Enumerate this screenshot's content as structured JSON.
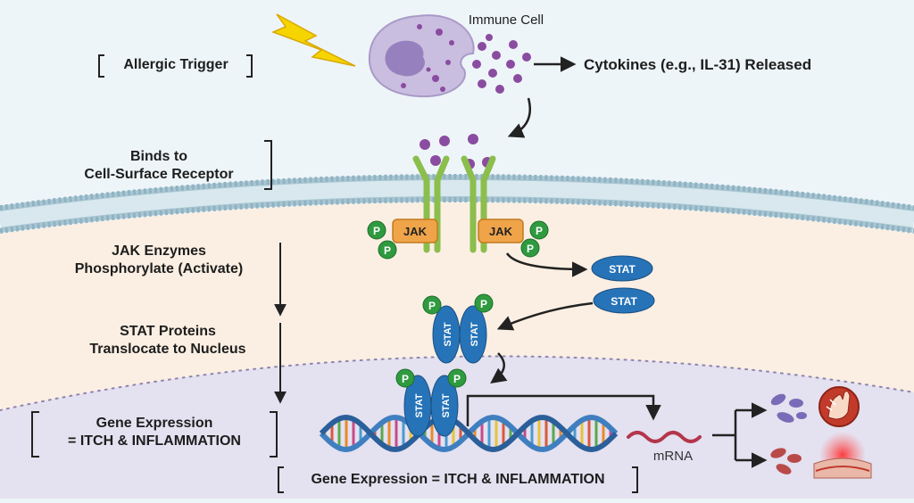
{
  "trigger": {
    "label": "Allergic Trigger"
  },
  "immune_cell": {
    "label": "Immune Cell"
  },
  "cytokines": {
    "label": "Cytokines (e.g., IL-31) Released"
  },
  "steps": {
    "binds_line1": "Binds to",
    "binds_line2": "Cell-Surface Receptor",
    "jak_line1": "JAK Enzymes",
    "jak_line2": "Phosphorylate (Activate)",
    "stat_line1": "STAT Proteins",
    "stat_line2": "Translocate to Nucleus",
    "gene_line1": "Gene Expression",
    "gene_line2": "= ITCH & INFLAMMATION"
  },
  "molecules": {
    "jak": "JAK",
    "stat": "STAT",
    "phosphate": "P",
    "mrna": "mRNA"
  },
  "bottom_caption": "Gene Expression = ITCH & INFLAMMATION",
  "colors": {
    "background": "#eef5f8",
    "cytoplasm": "#fbefe3",
    "nucleus": "#e4e1f0",
    "cell_body": "#c9bde0",
    "granule": "#8a4ca0",
    "receptor": "#8bbe4c",
    "jak": "#f0a44a",
    "phosphate": "#2f9a3f",
    "stat": "#2673b8",
    "dna_strand": "#3f7fc0",
    "mrna": "#b3364a",
    "lightning": "#f5d400"
  }
}
